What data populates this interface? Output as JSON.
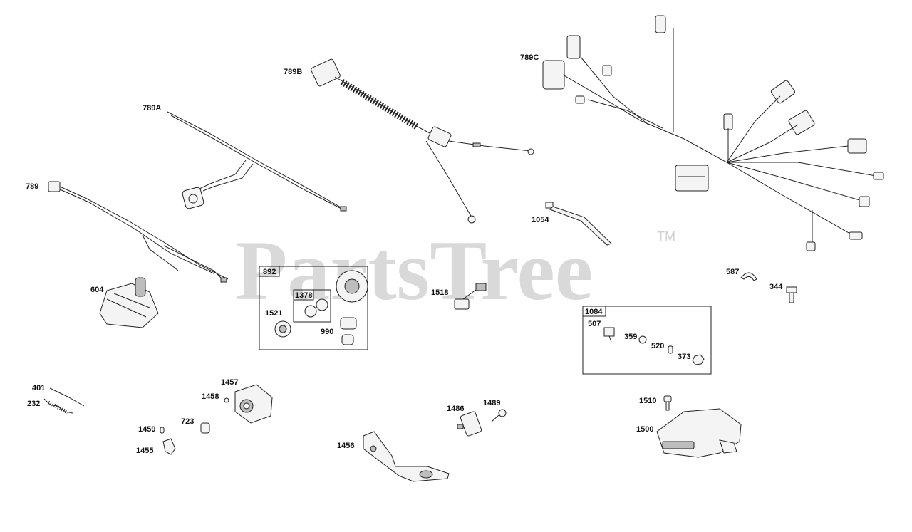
{
  "watermark": {
    "text": "PartsTree",
    "tm": "TM"
  },
  "labels": {
    "l789": "789",
    "l789A": "789A",
    "l789B": "789B",
    "l789C": "789C",
    "l604": "604",
    "l892": "892",
    "l1378": "1378",
    "l1521": "1521",
    "l990": "990",
    "l1518": "1518",
    "l1054": "1054",
    "l1084": "1084",
    "l507": "507",
    "l359": "359",
    "l520": "520",
    "l373": "373",
    "l587": "587",
    "l344": "344",
    "l401": "401",
    "l232": "232",
    "l1457": "1457",
    "l1458": "1458",
    "l723": "723",
    "l1459": "1459",
    "l1455": "1455",
    "l1456": "1456",
    "l1486": "1486",
    "l1489": "1489",
    "l1510": "1510",
    "l1500": "1500"
  }
}
